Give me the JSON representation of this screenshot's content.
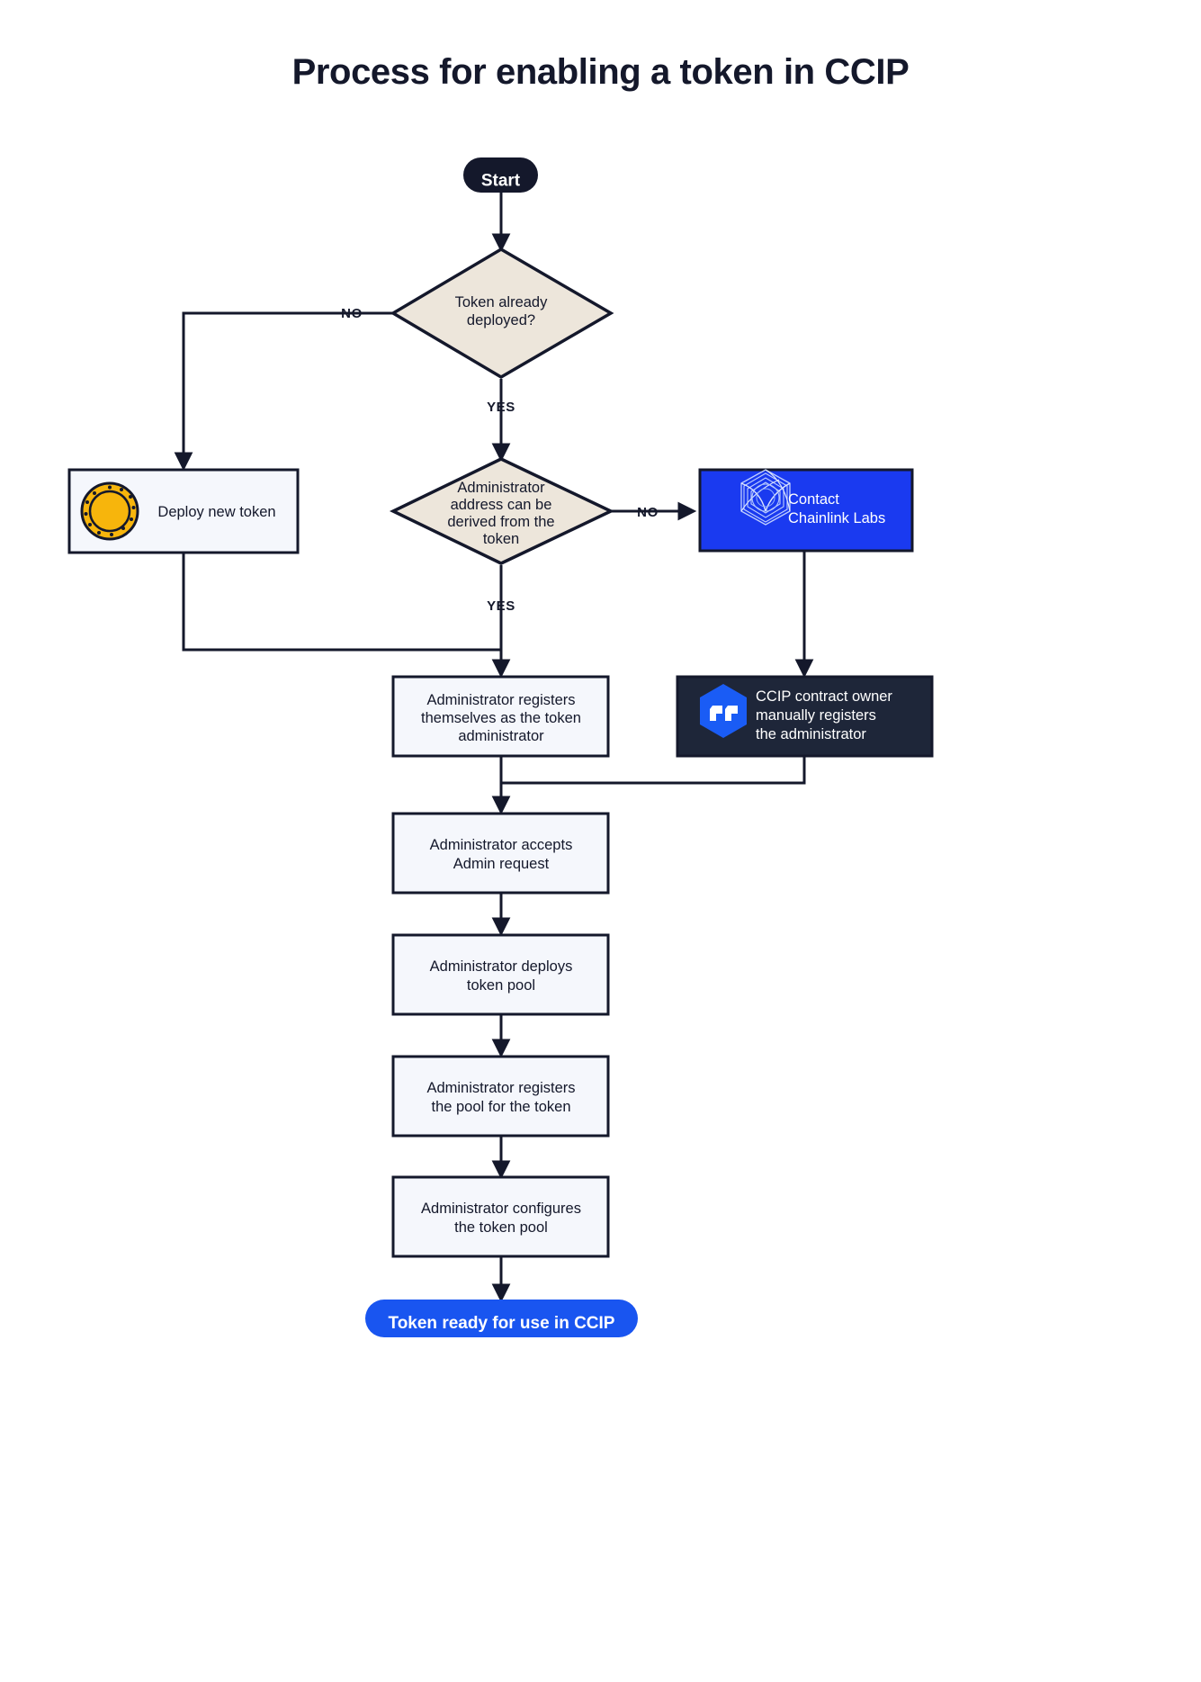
{
  "title": "Process for enabling a token in CCIP",
  "colors": {
    "ink": "#14182B",
    "decision_fill": "#EDE6DB",
    "process_fill": "#F5F7FC",
    "chainlink_blue": "#1A3AF0",
    "ccip_dark": "#1E2639",
    "cta_blue": "#1955F0",
    "coin_gold": "#F7B50C"
  },
  "nodes": {
    "start": {
      "label": "Start",
      "type": "terminator"
    },
    "decision_deployed": {
      "label": "Token already deployed?",
      "lines": [
        "Token already",
        "deployed?"
      ],
      "type": "decision"
    },
    "deploy_new_token": {
      "label": "Deploy new token",
      "lines": [
        "Deploy new token"
      ],
      "type": "process",
      "icon": "gold-coin-icon"
    },
    "decision_admin_derived": {
      "label": "Administrator address can be derived from the token",
      "lines": [
        "Administrator",
        "address can be",
        "derived from the",
        "token"
      ],
      "type": "decision"
    },
    "contact_chainlink": {
      "label": "Contact Chainlink Labs",
      "lines": [
        "Contact",
        "Chainlink Labs"
      ],
      "type": "highlight-blue",
      "icon": "chainlink-logo-icon"
    },
    "admin_registers_self": {
      "label": "Administrator registers themselves as the token administrator",
      "lines": [
        "Administrator registers",
        "themselves as the token",
        "administrator"
      ],
      "type": "process"
    },
    "ccip_owner_registers": {
      "label": "CCIP contract owner manually registers the administrator",
      "lines": [
        "CCIP contract owner",
        "manually registers",
        "the administrator"
      ],
      "type": "highlight-dark",
      "icon": "ccip-hex-icon"
    },
    "admin_accepts": {
      "label": "Administrator accepts Admin request",
      "lines": [
        "Administrator accepts",
        "Admin request"
      ],
      "type": "process"
    },
    "admin_deploys_pool": {
      "label": "Administrator deploys token pool",
      "lines": [
        "Administrator deploys",
        "token pool"
      ],
      "type": "process"
    },
    "admin_registers_pool": {
      "label": "Administrator registers the pool for the token",
      "lines": [
        "Administrator registers",
        "the pool for the token"
      ],
      "type": "process"
    },
    "admin_configures_pool": {
      "label": "Administrator configures the token pool",
      "lines": [
        "Administrator configures",
        "the token pool"
      ],
      "type": "process"
    },
    "end": {
      "label": "Token ready for use in CCIP",
      "type": "terminator"
    }
  },
  "edge_labels": {
    "deployed_no": "NO",
    "deployed_yes": "YES",
    "derived_no": "NO",
    "derived_yes": "YES"
  }
}
